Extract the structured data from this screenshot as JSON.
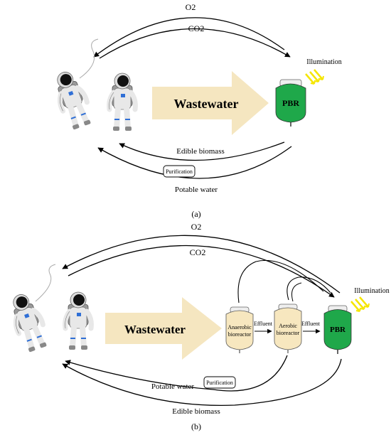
{
  "panel_a": {
    "caption": "(a)",
    "o2_label": "O2",
    "co2_label": "CO2",
    "illumination_label": "Illumination",
    "pbr_label": "PBR",
    "wastewater_label": "Wastewater",
    "edible_biomass_label": "Edible biomass",
    "purification_label": "Purification",
    "potable_water_label": "Potable water"
  },
  "panel_b": {
    "caption": "(b)",
    "o2_label": "O2",
    "co2_label": "CO2",
    "illumination_label": "Illumination",
    "wastewater_label": "Wastewater",
    "anaerobic_label_line1": "Anaerobic",
    "anaerobic_label_line2": "bioreactor",
    "effluent_label_1": "Effluent",
    "aerobic_label_line1": "Aerobic",
    "aerobic_label_line2": "bioreactor",
    "effluent_label_2": "Effluent",
    "pbr_label": "PBR",
    "potable_water_label": "Potable water",
    "purification_label": "Purification",
    "edible_biomass_label": "Edible biomass"
  },
  "colors": {
    "wastewater_arrow": "#f5e6c0",
    "pbr_green": "#1fa84a",
    "bioreactor_fill": "#f7e7bf",
    "illumination_yellow": "#f5e600",
    "suit_white": "#e8e8e8",
    "suit_blue": "#2f6fd6"
  },
  "icons": [
    "astronaut-icon",
    "sun-rays-icon",
    "bioreactor-icon"
  ]
}
